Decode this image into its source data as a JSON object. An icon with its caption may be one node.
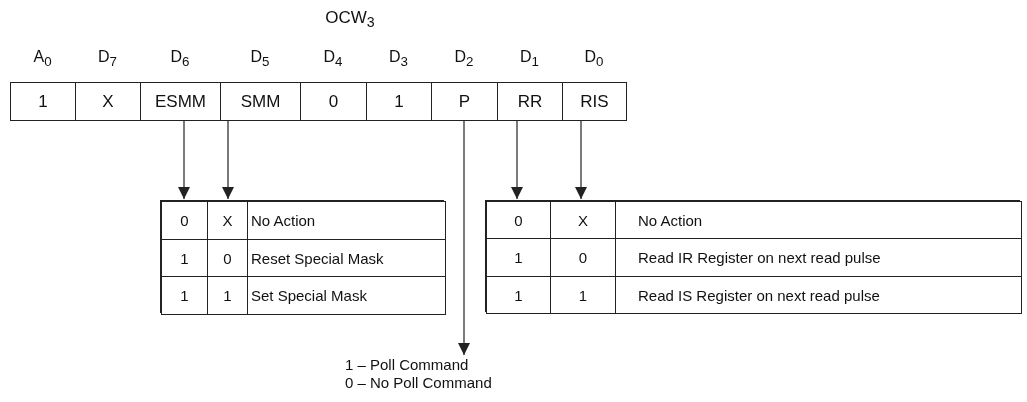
{
  "diagram": {
    "title": "OCW$_{3}$",
    "nodes": [
      {
        "text": [
          "1"
        ]
      },
      {
        "text": [
          "X"
        ]
      },
      {
        "text": [
          "ESMM"
        ]
      },
      {
        "text": [
          "SMM"
        ]
      },
      {
        "text": [
          "0"
        ]
      },
      {
        "text": [
          "1"
        ]
      },
      {
        "text": [
          "P"
        ]
      },
      {
        "text": [
          "RR"
        ]
      },
      {
        "text": [
          "RIS"
        ]
      },
      {
        "text": [],
        "shape": "box"
      },
      {
        "text": [
          "0"
        ],
        "in": 9
      },
      {
        "text": [
          "X"
        ],
        "in": 9
      },
      {
        "text": [
          "No Action"
        ],
        "in": 9
      },
      {
        "text": [
          "1"
        ],
        "in": 9
      },
      {
        "text": [
          "0"
        ],
        "in": 9
      },
      {
        "text": [
          "Reset Special Mask"
        ],
        "in": 9
      },
      {
        "text": [
          "1"
        ],
        "in": 9
      },
      {
        "text": [
          "1"
        ],
        "in": 9
      },
      {
        "text": [
          "Set Special Mask"
        ],
        "in": 9
      },
      {
        "text": [],
        "shape": "box"
      },
      {
        "text": [
          "0"
        ],
        "in": 19
      },
      {
        "text": [
          "X"
        ],
        "in": 19
      },
      {
        "text": [
          "No Action"
        ],
        "in": 19
      },
      {
        "text": [
          "1"
        ],
        "in": 19
      },
      {
        "text": [
          "0"
        ],
        "in": 19
      },
      {
        "text": [
          "Read IR Register on next read pulse"
        ],
        "in": 19
      },
      {
        "text": [
          "1"
        ],
        "in": 19
      },
      {
        "text": [
          "1"
        ],
        "in": 19
      },
      {
        "text": [
          "Read IS Register on next read pulse"
        ],
        "in": 19
      },
      {
        "text": [
          "1 – Poll Command",
          "0 – No Poll Command"
        ]
      }
    ],
    "edges": [
      {
        "from": 2,
        "to": 10,
        "arrow": "to"
      },
      {
        "from": 3,
        "to": 11,
        "arrow": "to"
      },
      {
        "from": 6,
        "to": 29,
        "arrow": "to"
      },
      {
        "from": 7,
        "to": 20,
        "arrow": "to"
      },
      {
        "from": 8,
        "to": 21,
        "arrow": "to"
      }
    ],
    "labels": [
      "A$_{0}$",
      "D$_{7}$",
      "D$_{6}$",
      "D$_{5}$",
      "D$_{4}$",
      "D$_{3}$",
      "D$_{2}$",
      "D$_{1}$",
      "D$_{0}$"
    ]
  }
}
